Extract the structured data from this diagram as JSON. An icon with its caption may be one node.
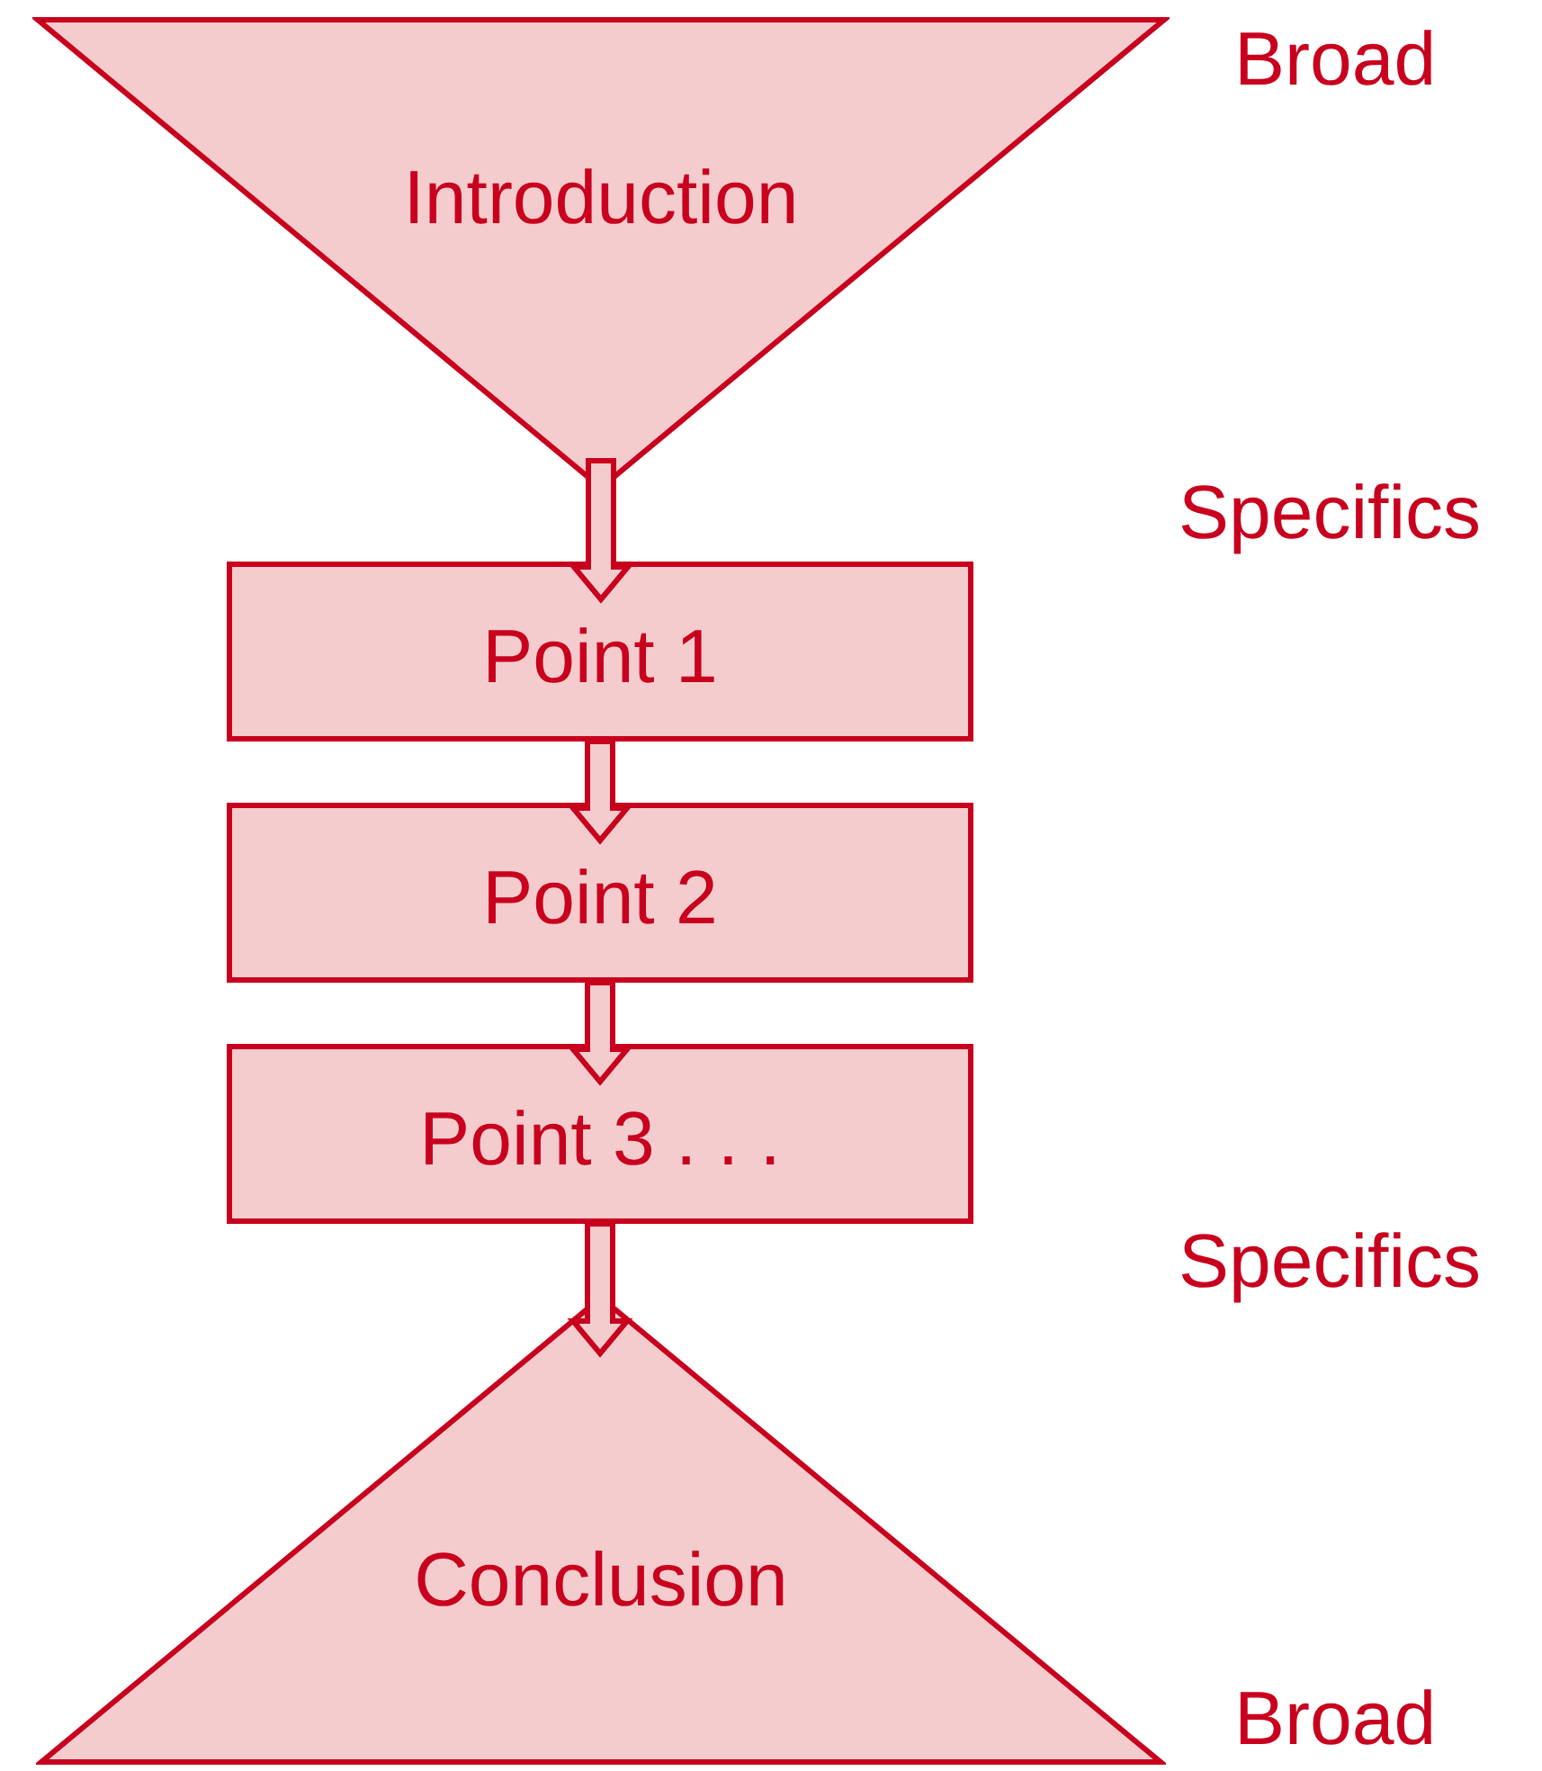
{
  "diagram": {
    "nodes": [
      {
        "text": [
          "Introduction"
        ]
      },
      {
        "text": [
          "Point 1"
        ]
      },
      {
        "text": [
          "Point 2"
        ]
      },
      {
        "text": [
          "Point 3 . . ."
        ]
      },
      {
        "text": [
          "Conclusion"
        ]
      }
    ],
    "edges": [
      {
        "from": 0,
        "to": 1,
        "arrow": "to"
      },
      {
        "from": 1,
        "to": 2,
        "arrow": "to"
      },
      {
        "from": 2,
        "to": 3,
        "arrow": "to"
      },
      {
        "from": 3,
        "to": 4,
        "arrow": "to"
      }
    ],
    "labels": [
      "Broad",
      "Specifics",
      "Specifics",
      "Broad"
    ]
  }
}
